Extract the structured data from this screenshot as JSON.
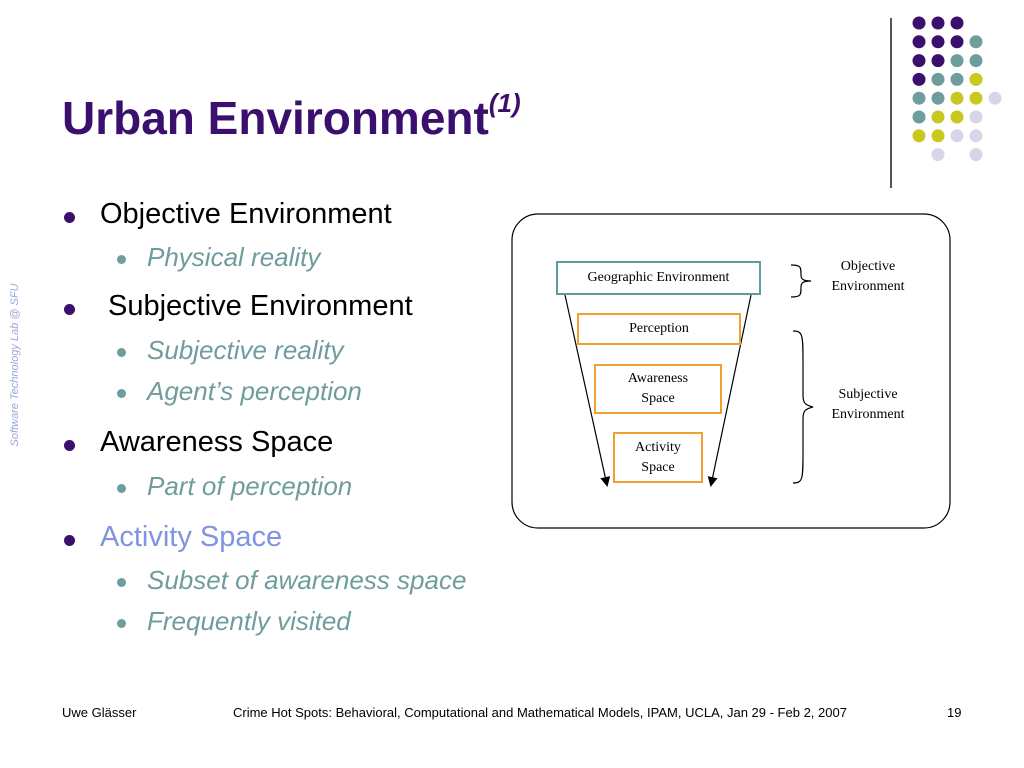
{
  "slide": {
    "title": "Urban Environment",
    "title_superscript": "(1)",
    "side_label": "Software Technology Lab @ SFU"
  },
  "bullets": [
    {
      "level": 1,
      "text": "Objective Environment"
    },
    {
      "level": 2,
      "text": "Physical reality"
    },
    {
      "level": 1,
      "text": "Subjective Environment"
    },
    {
      "level": 2,
      "text": "Subjective reality"
    },
    {
      "level": 2,
      "text": "Agent’s perception"
    },
    {
      "level": 1,
      "text": "Awareness Space"
    },
    {
      "level": 2,
      "text": "Part of perception"
    },
    {
      "level": 1,
      "text": "Activity Space",
      "highlight": true
    },
    {
      "level": 2,
      "text": "Subset of awareness space"
    },
    {
      "level": 2,
      "text": "Frequently visited"
    }
  ],
  "diagram": {
    "geographic": "Geographic Environment",
    "perception": "Perception",
    "awareness_line1": "Awareness",
    "awareness_line2": "Space",
    "activity_line1": "Activity",
    "activity_line2": "Space",
    "objective_line1": "Objective",
    "objective_line2": "Environment",
    "subjective_line1": "Subjective",
    "subjective_line2": "Environment"
  },
  "footer": {
    "author": "Uwe Glässer",
    "event": "Crime Hot Spots: Behavioral, Computational and Mathematical Models, IPAM, UCLA, Jan 29 - Feb 2, 2007",
    "page": "19"
  },
  "colors": {
    "purple": "#3b0f6e",
    "teal": "#6f9c9c",
    "yellow": "#c8c81e",
    "lavender": "#d6d6ea",
    "activity_blue": "#8094e0",
    "box_orange": "#f0a030",
    "box_teal": "#5f9c9c"
  }
}
